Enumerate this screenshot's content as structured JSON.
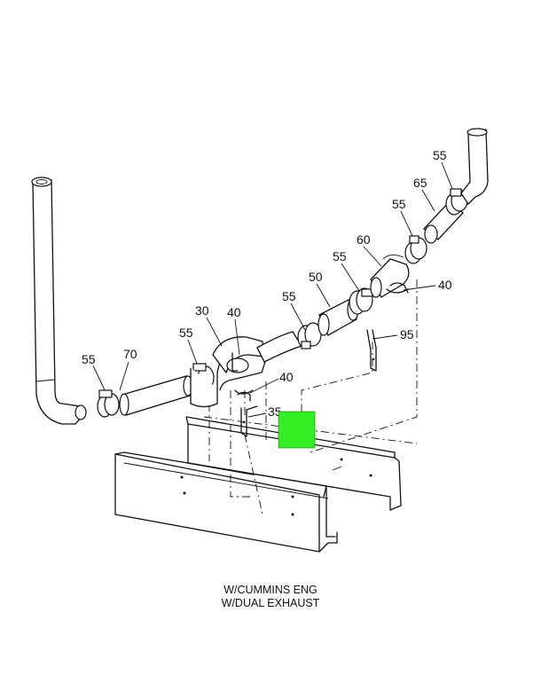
{
  "callouts": [
    "55",
    "70",
    "55",
    "30",
    "40",
    "40",
    "35",
    "55",
    "50",
    "55",
    "60",
    "40",
    "55",
    "65",
    "55",
    "95"
  ],
  "caption": {
    "line1": "W/CUMMINS ENG",
    "line2": "W/DUAL EXHAUST"
  },
  "colors": {
    "highlight": "#33ee22",
    "line": "#111111",
    "background": "#ffffff"
  }
}
